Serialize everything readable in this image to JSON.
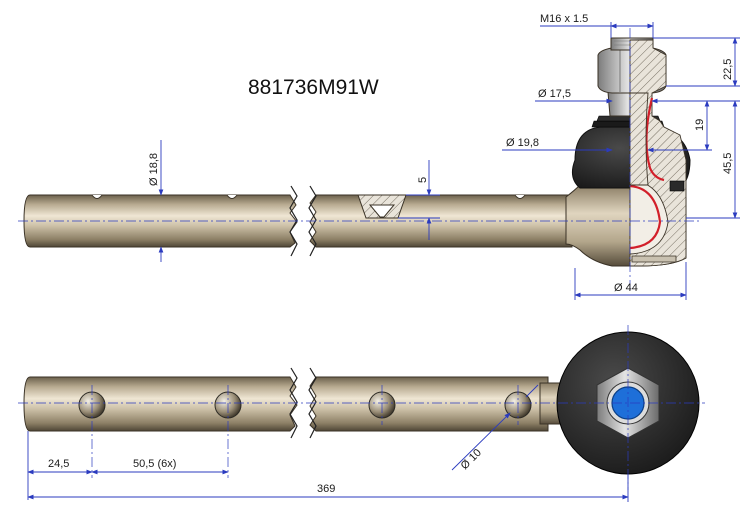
{
  "part_number": "881736M91W",
  "dimensions": {
    "thread": "M16 x 1.5",
    "height_nut": "22,5",
    "dia_17_5": "Ø 17,5",
    "height_19": "19",
    "dia_19_8": "Ø 19,8",
    "height_45_5": "45,5",
    "dia_18_8": "Ø 18,8",
    "depth_5": "5",
    "dia_44": "Ø 44",
    "dia_10": "Ø 10",
    "offset_24_5": "24,5",
    "pitch_50_5": "50,5  (6x)",
    "length_369": "369"
  },
  "colors": {
    "steel_light": "#d9cdb8",
    "steel_mid": "#a89a80",
    "steel_dark": "#5c5140",
    "rubber": "#2a2a2a",
    "dimension_line": "#2b3bbf",
    "section_red": "#d21f2a"
  }
}
